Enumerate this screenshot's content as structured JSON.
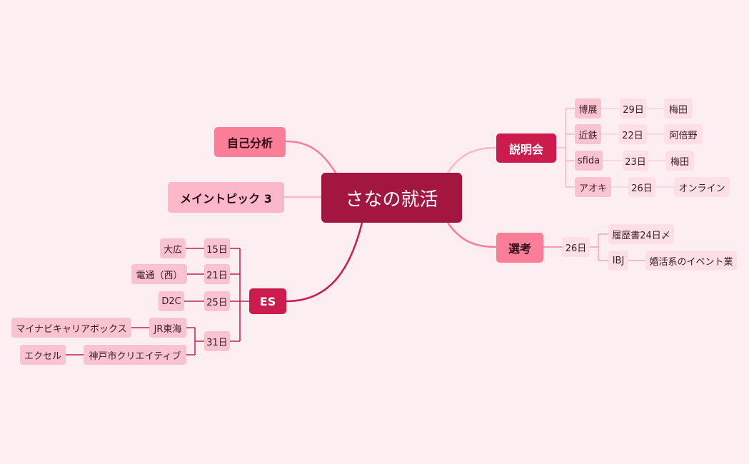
{
  "center": "さなの就活",
  "topics": {
    "jiko": "自己分析",
    "main3": "メイントピック 3",
    "es": "ES",
    "setsumeikai": "説明会",
    "senko": "選考"
  },
  "setsumeikai": [
    {
      "company": "博展",
      "date": "29日",
      "place": "梅田"
    },
    {
      "company": "近鉄",
      "date": "22日",
      "place": "阿倍野"
    },
    {
      "company": "sfida",
      "date": "23日",
      "place": "梅田"
    },
    {
      "company": "アオキ",
      "date": "26日",
      "place": "オンライン"
    }
  ],
  "senko": {
    "date": "26日",
    "items": [
      "履歴書24日〆",
      "IBJ"
    ],
    "ibj_note": "婚活系のイベント業"
  },
  "es": {
    "d15": "15日",
    "d15_company": "大広",
    "d21": "21日",
    "d21_company": "電通（西）",
    "d25": "25日",
    "d25_company": "D2C",
    "d31": "31日",
    "d31_jr": "JR東海",
    "d31_jr_sub": "マイナビキャリアボックス",
    "d31_kobe": "神戸市クリエイティブ",
    "d31_kobe_sub": "エクセル"
  },
  "colors": {
    "background": "#fdeef2",
    "center": "#a3163f",
    "accent_dark": "#cb1c4d",
    "accent_pink": "#fb7e98",
    "accent_light": "#fab8c8",
    "sub_node": "#f9c3d0",
    "leaf_node": "#fce0e6"
  }
}
